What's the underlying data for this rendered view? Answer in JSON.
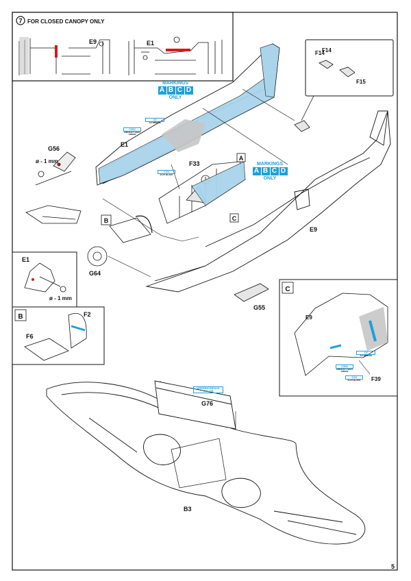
{
  "page": {
    "number": "5"
  },
  "callout_top": {
    "step_number": "7",
    "title": "FOR CLOSED CANOPY ONLY",
    "part_left": "E9",
    "part_right": "E1"
  },
  "markings_top": {
    "heading": "MARKINGS",
    "letters": [
      "A",
      "B",
      "C",
      "D"
    ],
    "footer": "ONLY"
  },
  "markings_right": {
    "heading": "MARKINGS",
    "letters": [
      "A",
      "B",
      "C",
      "D"
    ],
    "footer": "ONLY"
  },
  "paint_codes": [
    {
      "code": "C364",
      "name": "AIRCRAFT GRAY GREEN"
    },
    {
      "code": "C8",
      "name": "ALUMINIUM"
    },
    {
      "code": "C33",
      "name": "FLAT BLACK"
    },
    {
      "code": "C364",
      "name": "AIRCRAFT GRAY GREEN"
    },
    {
      "code": "C33",
      "name": "FLAT BLACK"
    },
    {
      "code": "C8",
      "name": "ALUMINIUM"
    },
    {
      "code": "",
      "name": "UNDERSURFACE COLOR"
    }
  ],
  "parts": {
    "f14": "F14",
    "f15": "F15",
    "e1": "E1",
    "g56": "G56",
    "f33": "F33",
    "e9": "E9",
    "g64": "G64",
    "g55": "G55",
    "f2": "F2",
    "f6": "F6",
    "g76": "G76",
    "b3": "B3",
    "e9_detail": "E9",
    "f39": "F39",
    "e1_detail": "E1"
  },
  "drill_notes": {
    "left": "ø - 1 mm",
    "detail": "ø - 1 mm"
  },
  "section_marks": {
    "a": "A",
    "b": "B",
    "c": "C"
  },
  "colors": {
    "ink": "#111111",
    "blue_paint": "#a9d4ec",
    "highlight": "#1ea0db",
    "red": "#d21c1c",
    "grey_tone": "#c7c7c7"
  }
}
